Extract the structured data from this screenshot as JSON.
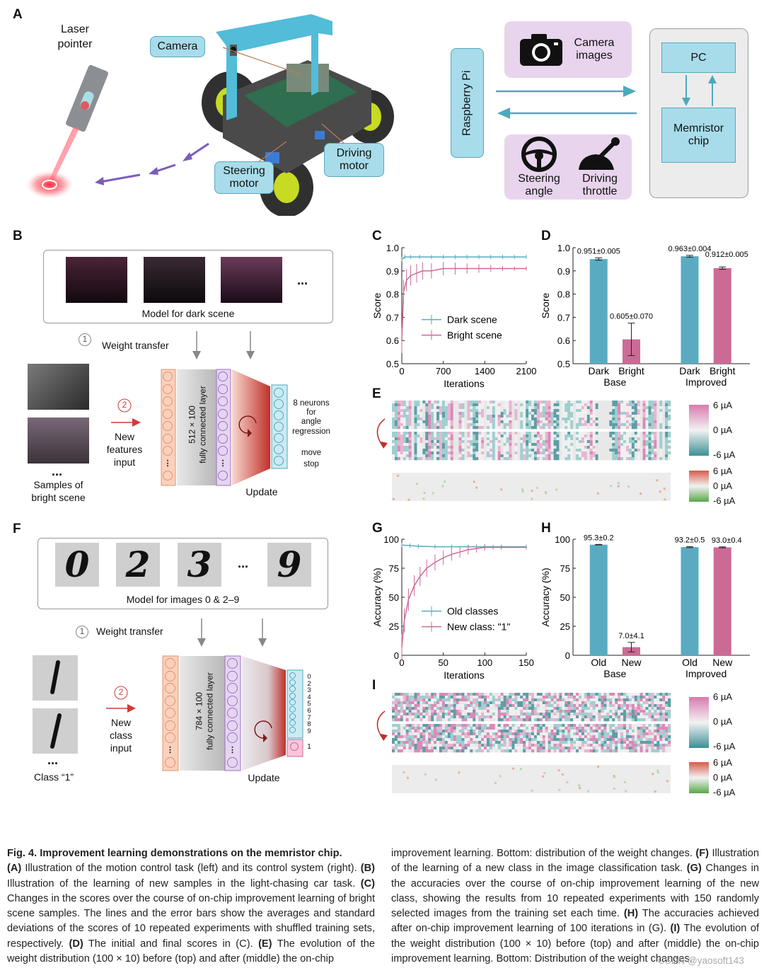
{
  "colors": {
    "teal": "#5aabc2",
    "pink": "#cc6a96",
    "orange": "#f4b89a",
    "purple": "#c7a6df",
    "blue_box": "#a8dcea",
    "lilac": "#e8d4ec",
    "arrow_teal": "#4aaabd",
    "arrow_purple": "#7a5dbc"
  },
  "panelA": {
    "letter": "A",
    "laser_pointer": "Laser\npointer",
    "camera": "Camera",
    "steering_motor": "Steering\nmotor",
    "driving_motor": "Driving\nmotor",
    "raspberry_pi": "Raspberry Pi",
    "camera_images": "Camera\nimages",
    "steering_angle": "Steering\nangle",
    "driving_throttle": "Driving\nthrottle",
    "pc": "PC",
    "memristor_chip": "Memristor\nchip",
    "icons": [
      "laser-icon",
      "camera-icon",
      "steering-wheel-icon",
      "throttle-icon"
    ]
  },
  "panelB": {
    "letter": "B",
    "model_label": "Model for dark scene",
    "ellipsis": "...",
    "weight_transfer_num": "1",
    "weight_transfer": "Weight transfer",
    "new_input_num": "2",
    "new_input": "New\nfeatures\ninput",
    "samples": "Samples of\nbright scene",
    "samples_ellipsis": "...",
    "layer_label": "512 × 100\nfully connected layer",
    "out_label": "8 neurons\nfor\nangle\nregression",
    "move": "move",
    "stop": "stop",
    "update": "Update"
  },
  "panelF": {
    "letter": "F",
    "digits": [
      "0",
      "2",
      "3",
      "9"
    ],
    "ellipsis": "...",
    "model_label": "Model for images 0 & 2–9",
    "weight_transfer_num": "1",
    "weight_transfer": "Weight transfer",
    "new_input_num": "2",
    "new_input": "New\nclass\ninput",
    "class_label": "Class “1”",
    "class_ellipsis": "...",
    "layer_label": "784 × 100\nfully connected layer",
    "out_digits": [
      "0",
      "2",
      "3",
      "4",
      "5",
      "6",
      "7",
      "8",
      "9"
    ],
    "new_digit": "1",
    "update": "Update"
  },
  "panelC": {
    "letter": "C"
  },
  "panelD": {
    "letter": "D"
  },
  "panelE": {
    "letter": "E",
    "cbar1": [
      "6 µA",
      "0 µA",
      "-6 µA"
    ],
    "cbar2": [
      "6 µA",
      "0 µA",
      "-6 µA"
    ]
  },
  "panelG": {
    "letter": "G"
  },
  "panelH": {
    "letter": "H"
  },
  "panelI": {
    "letter": "I",
    "cbar1": [
      "6 µA",
      "0 µA",
      "-6 µA"
    ],
    "cbar2": [
      "6 µA",
      "0 µA",
      "-6 µA"
    ]
  },
  "chart_data": [
    {
      "id": "C",
      "type": "line",
      "xlabel": "Iterations",
      "ylabel": "Score",
      "xlim": [
        0,
        2100
      ],
      "ylim": [
        0.5,
        1.0
      ],
      "xticks": [
        "0",
        "700",
        "1400",
        "2100"
      ],
      "yticks": [
        "0.5",
        "0.6",
        "0.7",
        "0.8",
        "0.9",
        "1.0"
      ],
      "series": [
        {
          "name": "Dark scene",
          "color": "#5aabc2",
          "x": [
            0,
            50,
            150,
            300,
            500,
            700,
            900,
            1100,
            1300,
            1500,
            1700,
            1900,
            2100
          ],
          "y": [
            0.95,
            0.96,
            0.96,
            0.96,
            0.96,
            0.96,
            0.96,
            0.96,
            0.96,
            0.96,
            0.96,
            0.96,
            0.96
          ]
        },
        {
          "name": "Bright scene",
          "color": "#cc6a96",
          "x": [
            0,
            30,
            80,
            150,
            250,
            350,
            500,
            700,
            900,
            1100,
            1300,
            1500,
            1700,
            1900,
            2100
          ],
          "y": [
            0.6,
            0.81,
            0.86,
            0.88,
            0.89,
            0.9,
            0.9,
            0.91,
            0.91,
            0.91,
            0.91,
            0.91,
            0.91,
            0.91,
            0.91
          ]
        }
      ]
    },
    {
      "id": "D",
      "type": "bar",
      "ylabel": "Score",
      "ylim": [
        0.5,
        1.0
      ],
      "yticks": [
        "0.5",
        "0.6",
        "0.7",
        "0.8",
        "0.9",
        "1.0"
      ],
      "categories": [
        "Dark",
        "Bright",
        "Dark",
        "Bright"
      ],
      "groups": [
        "Base",
        "Improved"
      ],
      "values": [
        0.951,
        0.605,
        0.963,
        0.912
      ],
      "errors": [
        0.005,
        0.07,
        0.004,
        0.005
      ],
      "labels": [
        "0.951±0.005",
        "0.605±0.070",
        "0.963±0.004",
        "0.912±0.005"
      ],
      "colors": [
        "#5aabc2",
        "#cc6a96",
        "#5aabc2",
        "#cc6a96"
      ]
    },
    {
      "id": "G",
      "type": "line",
      "xlabel": "Iterations",
      "ylabel": "Accuracy (%)",
      "xlim": [
        0,
        150
      ],
      "ylim": [
        0,
        100
      ],
      "xticks": [
        "0",
        "50",
        "100",
        "150"
      ],
      "yticks": [
        "0",
        "25",
        "50",
        "75",
        "100"
      ],
      "series": [
        {
          "name": "Old classes",
          "color": "#5aabc2",
          "x": [
            0,
            10,
            20,
            40,
            60,
            80,
            100,
            120,
            150
          ],
          "y": [
            95,
            94.5,
            94,
            93.5,
            93.5,
            93.5,
            93.5,
            93.5,
            93.5
          ]
        },
        {
          "name": "New class: \"1\"",
          "color": "#cc6a96",
          "x": [
            0,
            3,
            8,
            15,
            22,
            30,
            40,
            50,
            60,
            70,
            80,
            90,
            100,
            110,
            120,
            150
          ],
          "y": [
            7,
            30,
            48,
            60,
            68,
            75,
            80,
            84,
            87,
            89,
            91,
            92,
            93,
            93,
            93,
            93
          ]
        }
      ]
    },
    {
      "id": "H",
      "type": "bar",
      "ylabel": "Accuracy (%)",
      "ylim": [
        0,
        100
      ],
      "yticks": [
        "0",
        "25",
        "50",
        "75",
        "100"
      ],
      "categories": [
        "Old",
        "New",
        "Old",
        "New"
      ],
      "groups": [
        "Base",
        "Improved"
      ],
      "values": [
        95.3,
        7.0,
        93.2,
        93.0
      ],
      "errors": [
        0.2,
        4.1,
        0.5,
        0.4
      ],
      "labels": [
        "95.3±0.2",
        "7.0±4.1",
        "93.2±0.5",
        "93.0±0.4"
      ],
      "colors": [
        "#5aabc2",
        "#cc6a96",
        "#5aabc2",
        "#cc6a96"
      ]
    }
  ],
  "caption": {
    "title": "Fig. 4. Improvement learning demonstrations on the memristor chip.",
    "left": [
      {
        "tag": "(A)",
        "text": " Illustration of the motion control task (left) and its control system (right)."
      },
      {
        "tag": "(B)",
        "text": " Illustration of the learning of new samples in the light-chasing car task."
      },
      {
        "tag": "(C)",
        "text": " Changes in the scores over the course of on-chip improvement learning of bright scene samples. The lines and the error bars show the averages and standard deviations of the scores of 10 repeated experiments with shuffled training sets, respectively."
      },
      {
        "tag": "(D)",
        "text": " The initial and final scores in (C)."
      },
      {
        "tag": "(E)",
        "text": " The evolution of the weight distribution (100 × 10) before (top) and after (middle) the on-chip"
      }
    ],
    "right": [
      {
        "tag": "",
        "text": "improvement learning. Bottom: distribution of the weight changes."
      },
      {
        "tag": "(F)",
        "text": " Illustration of the learning of a new class in the image classification task."
      },
      {
        "tag": "(G)",
        "text": " Changes in the accuracies over the course of on-chip improvement learning of the new class, showing the results from 10 repeated experiments with 150 randomly selected images from the training set each time."
      },
      {
        "tag": "(H)",
        "text": " The accuracies achieved after on-chip improvement learning of 100 iterations in (G)."
      },
      {
        "tag": "(I)",
        "text": " The evolution of the weight distribution (100 × 10) before (top) and after (middle) the on-chip improvement learning. Bottom: Distribution of the weight changes."
      }
    ],
    "watermark": "CSDN @yaosoft143"
  }
}
